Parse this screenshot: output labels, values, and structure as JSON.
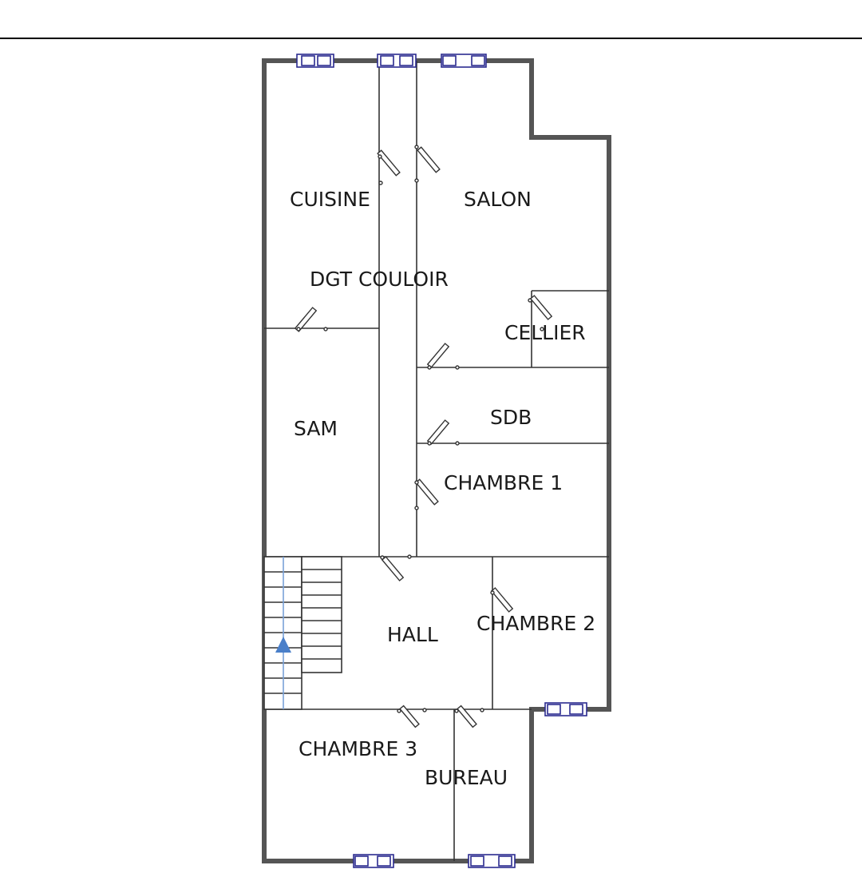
{
  "rooms": {
    "cuisine": "CUISINE",
    "salon": "SALON",
    "couloir": "DGT COULOIR",
    "cellier": "CELLIER",
    "sdb": "SDB",
    "sam": "SAM",
    "chambre1": "CHAMBRE 1",
    "hall": "HALL",
    "chambre2": "CHAMBRE 2",
    "chambre3": "CHAMBRE 3",
    "bureau": "BUREAU"
  },
  "colors": {
    "wall": "#555555",
    "partition": "#333333",
    "window": "#2b2b8f",
    "stair_arrow": "#4a7fc9",
    "stair_line": "#7aa2d8"
  }
}
